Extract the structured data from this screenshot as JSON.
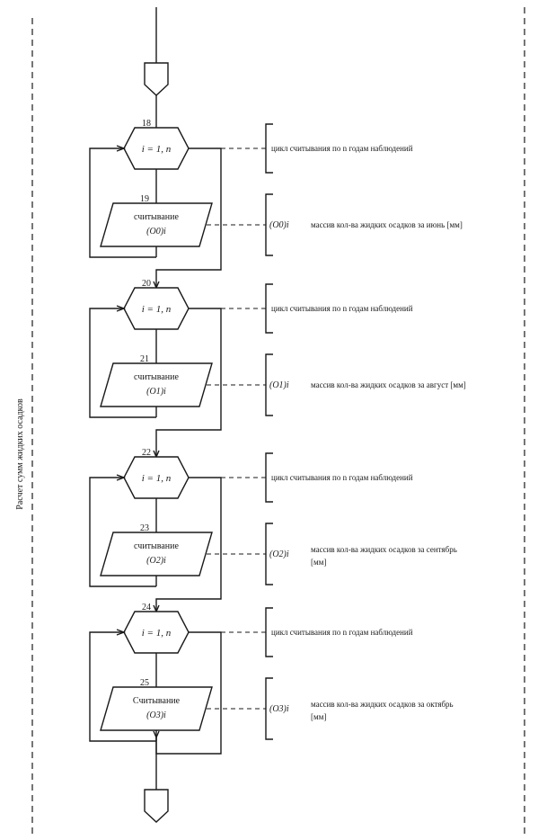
{
  "side_label": "Расчет сумм жидких осадков",
  "blocks": [
    {
      "loop_number": "18",
      "loop_condition": "i = 1, n",
      "loop_comment": "цикл считывания по n годам наблюдений",
      "io_number": "19",
      "io_line1": "считывание",
      "io_line2": "(O0)i",
      "var_symbol": "(O0)i",
      "var_comment_line1": "массив кол-ва жидких осадков за июнь [мм]",
      "var_comment_line2": ""
    },
    {
      "loop_number": "20",
      "loop_condition": "i = 1, n",
      "loop_comment": "цикл считывания по n годам наблюдений",
      "io_number": "21",
      "io_line1": "считывание",
      "io_line2": "(O1)i",
      "var_symbol": "(O1)i",
      "var_comment_line1": "массив кол-ва жидких осадков за август [мм]",
      "var_comment_line2": ""
    },
    {
      "loop_number": "22",
      "loop_condition": "i = 1, n",
      "loop_comment": "цикл считывания по n годам наблюдений",
      "io_number": "23",
      "io_line1": "считывание",
      "io_line2": "(O2)i",
      "var_symbol": "(O2)i",
      "var_comment_line1": "массив кол-ва жидких осадков за сентябрь",
      "var_comment_line2": "[мм]"
    },
    {
      "loop_number": "24",
      "loop_condition": "i = 1, n",
      "loop_comment": "цикл считывания по n годам наблюдений",
      "io_number": "25",
      "io_line1": "Считывание",
      "io_line2": "(O3)i",
      "var_symbol": "(O3)i",
      "var_comment_line1": "массив кол-ва жидких осадков за октябрь",
      "var_comment_line2": "[мм]"
    }
  ]
}
